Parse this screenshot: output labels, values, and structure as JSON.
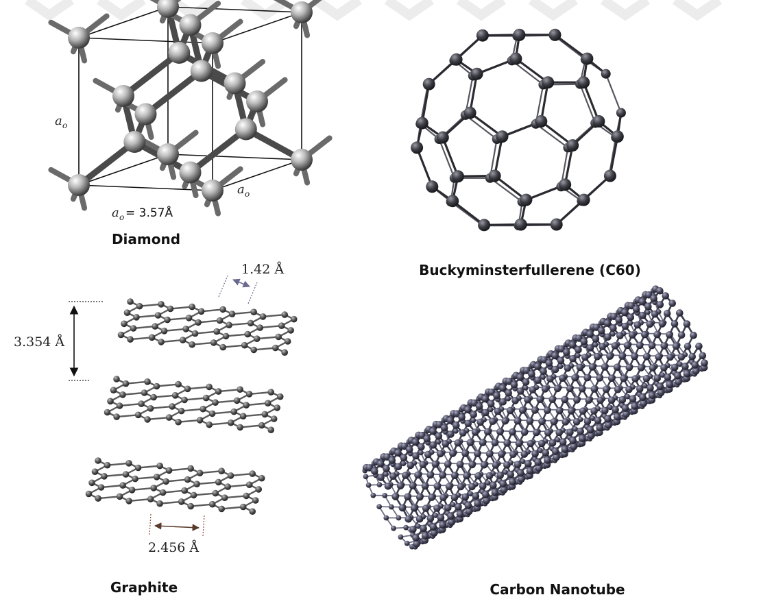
{
  "panels": {
    "diamond": {
      "title": "Diamond",
      "axis_label_left": "a",
      "axis_label_right": "a",
      "subscript": "o",
      "lattice_constant_label": "= 3.57Å"
    },
    "c60": {
      "title": "Buckyminsterfullerene (C60)"
    },
    "graphite": {
      "title": "Graphite",
      "bond_length": "1.42 Å",
      "interlayer_spacing": "3.354 Å",
      "lattice_spacing": "2.456 Å"
    },
    "nanotube": {
      "title": "Carbon Nanotube"
    }
  },
  "colors": {
    "atom_light": "#bdbdbd",
    "atom_dark": "#3a3a3a",
    "fullerene_atom": "#3d3d45",
    "nanotube_atom": "#4a4a5e",
    "bond": "#555555",
    "watermark": "#ececec"
  }
}
